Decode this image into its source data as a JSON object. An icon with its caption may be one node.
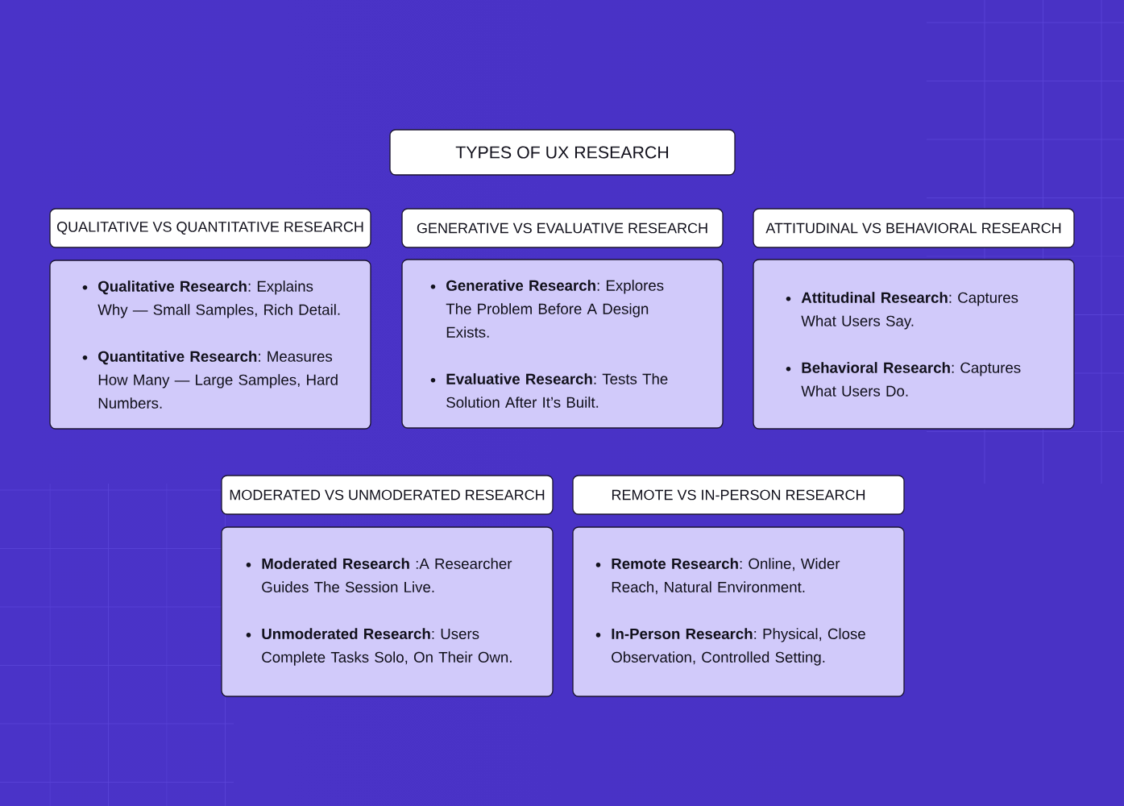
{
  "diagram": {
    "nodes": [
      {
        "text": [
          "TYPES OF UX RESEARCH"
        ]
      },
      {
        "text": [
          "QUALITATIVE VS QUANTITATIVE RESEARCH"
        ]
      },
      {
        "text": [
          "**Qualitative Research**: Explains Why — Small Samples, Rich Detail.",
          "**Quantitative Research**: Measures How Many — Large Samples, Hard Numbers."
        ]
      },
      {
        "text": [
          "GENERATIVE VS EVALUATIVE RESEARCH"
        ]
      },
      {
        "text": [
          "**Generative Research**: Explores The Problem Before A Design Exists.",
          "**Evaluative Research**: Tests The Solution After It’s Built."
        ]
      },
      {
        "text": [
          "ATTITUDINAL VS BEHAVIORAL RESEARCH"
        ]
      },
      {
        "text": [
          "**Attitudinal Research**: Captures What Users Say.",
          "**Behavioral Research**: Captures What Users Do."
        ]
      },
      {
        "text": [
          "MODERATED VS UNMODERATED RESEARCH"
        ]
      },
      {
        "text": [
          "**Moderated Research** :A Researcher Guides The Session Live.",
          "**Unmoderated Research**: Users Complete Tasks Solo, On Their Own."
        ]
      },
      {
        "text": [
          "REMOTE VS IN-PERSON RESEARCH"
        ]
      },
      {
        "text": [
          "**Remote Research**: Online, Wider Reach, Natural Environment.",
          "**In-Person Research**: Physical, Close Observation, Controlled Setting."
        ]
      }
    ]
  }
}
